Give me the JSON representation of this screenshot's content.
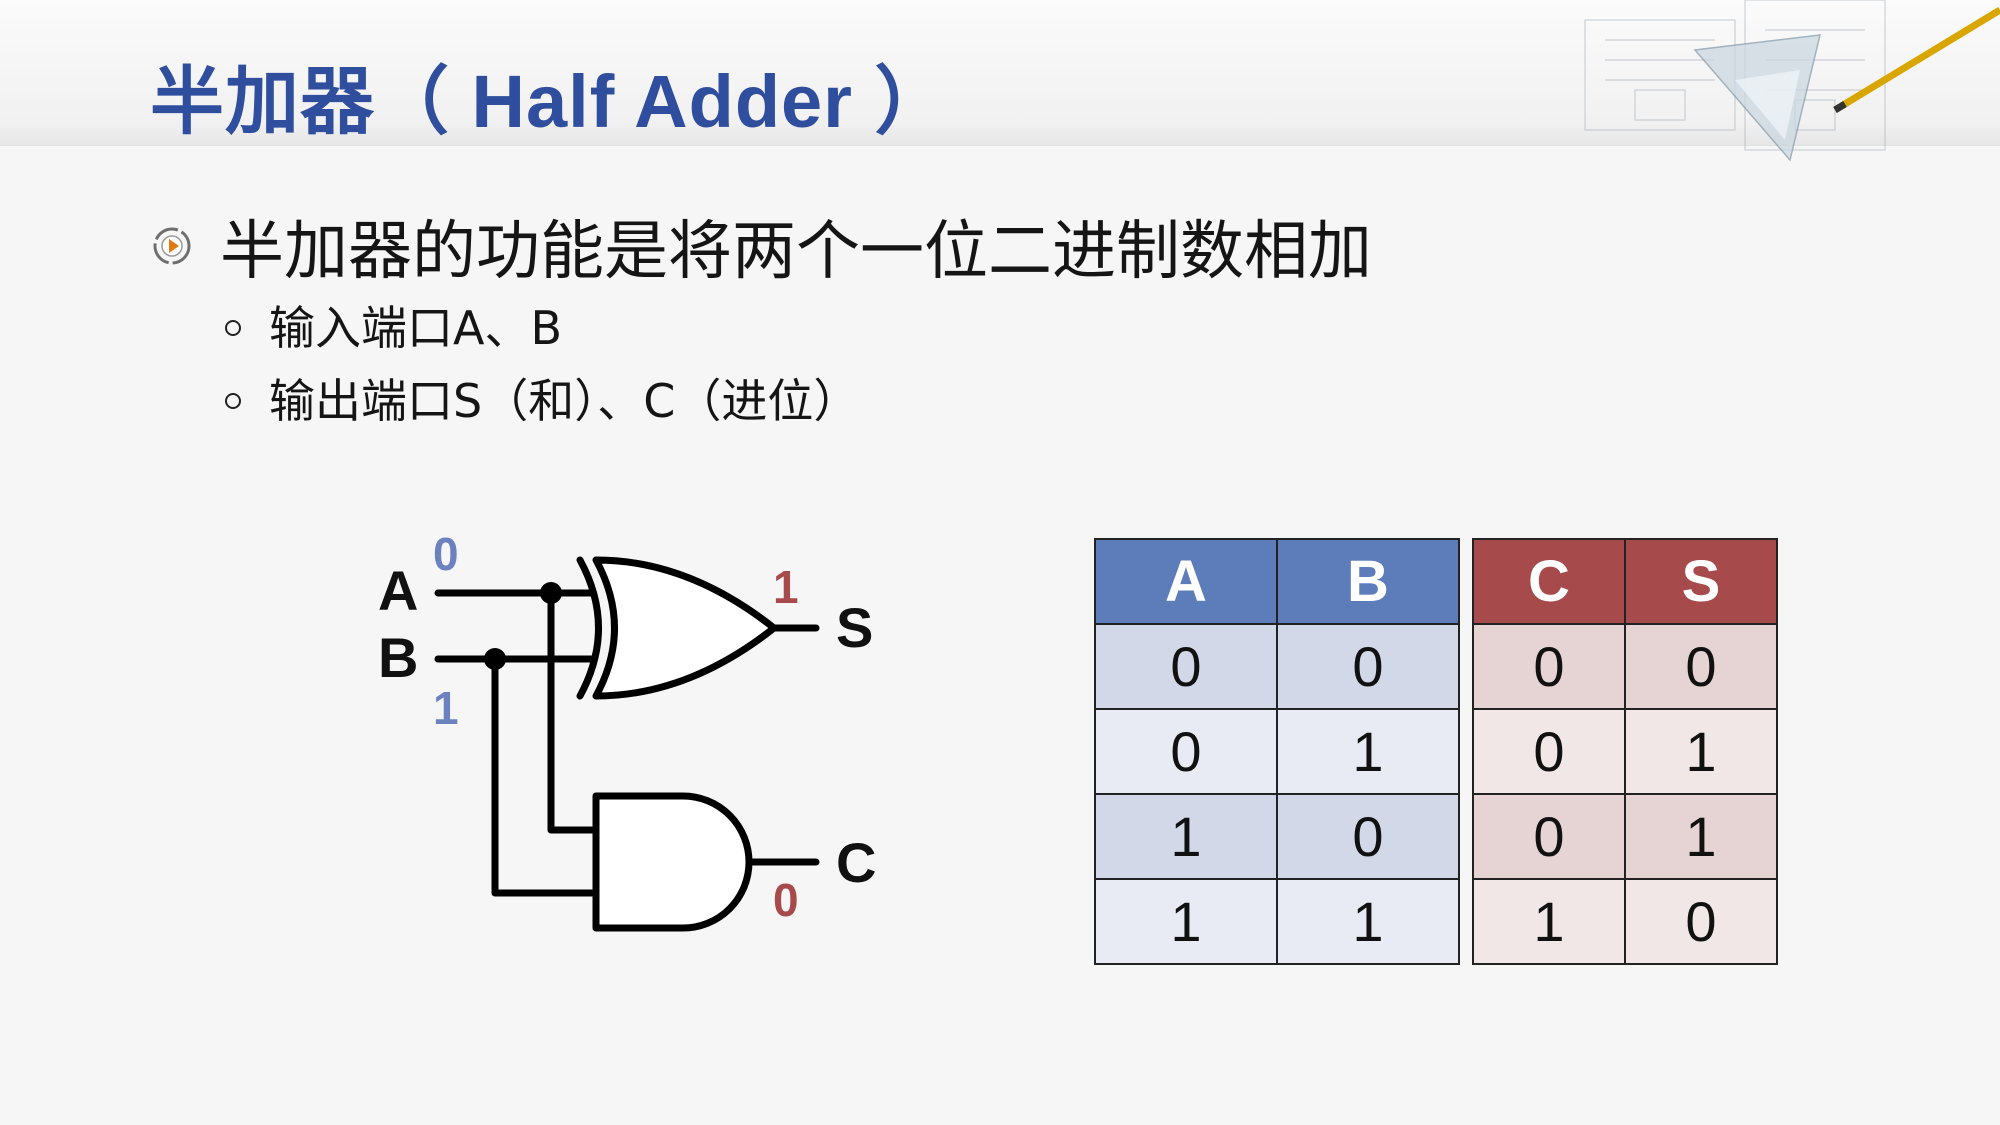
{
  "title": "半加器（ Half Adder ）",
  "bullet_main": "半加器的功能是将两个一位二进制数相加",
  "sub_bullets": [
    "输入端口A、B",
    "输出端口S（和）、C（进位）"
  ],
  "circuit": {
    "label_a": "A",
    "label_b": "B",
    "label_s": "S",
    "label_c": "C",
    "value_a": "0",
    "value_b": "1",
    "value_s": "1",
    "value_c": "0"
  },
  "truth_table": {
    "inputs": {
      "headers": [
        "A",
        "B"
      ],
      "rows": [
        [
          "0",
          "0"
        ],
        [
          "0",
          "1"
        ],
        [
          "1",
          "0"
        ],
        [
          "1",
          "1"
        ]
      ]
    },
    "outputs": {
      "headers": [
        "C",
        "S"
      ],
      "rows": [
        [
          "0",
          "0"
        ],
        [
          "0",
          "1"
        ],
        [
          "0",
          "1"
        ],
        [
          "1",
          "0"
        ]
      ]
    }
  },
  "colors": {
    "title": "#2f4e9e",
    "input_header": "#5d7cba",
    "output_header": "#a74a4b",
    "input_value": "#6b82bf",
    "output_value": "#a74a4b"
  },
  "icons": [
    "play-circle-icon"
  ]
}
